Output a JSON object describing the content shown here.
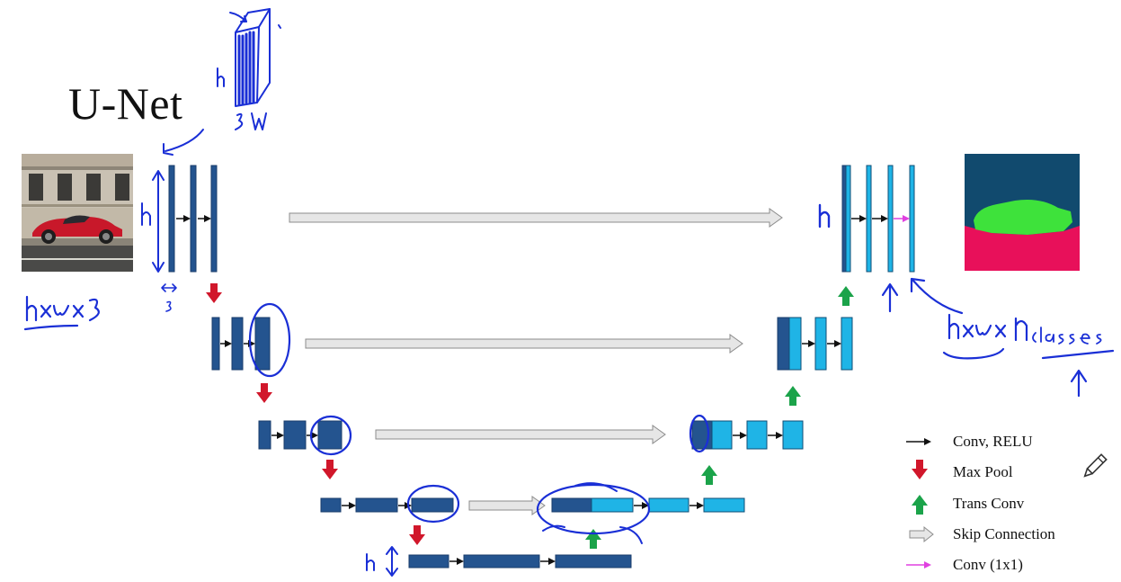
{
  "title": "U-Net",
  "legend": {
    "conv_relu": "Conv, RELU",
    "max_pool": "Max Pool",
    "trans_conv": "Trans Conv",
    "skip_connection": "Skip Connection",
    "conv_1x1": "Conv (1x1)"
  },
  "colors": {
    "encoder_block": "#24548f",
    "decoder_block": "#1fb4e6",
    "max_pool_arrow": "#d1172b",
    "trans_conv_arrow": "#1ba34a",
    "skip_arrow": "#e0e0e0",
    "conv_1x1_arrow": "#e040e0",
    "ink": "#1a2fd6",
    "seg_background": "#114a6e",
    "seg_car": "#3ee23b",
    "seg_road": "#e8105a"
  },
  "icons": [
    "pencil-icon"
  ]
}
